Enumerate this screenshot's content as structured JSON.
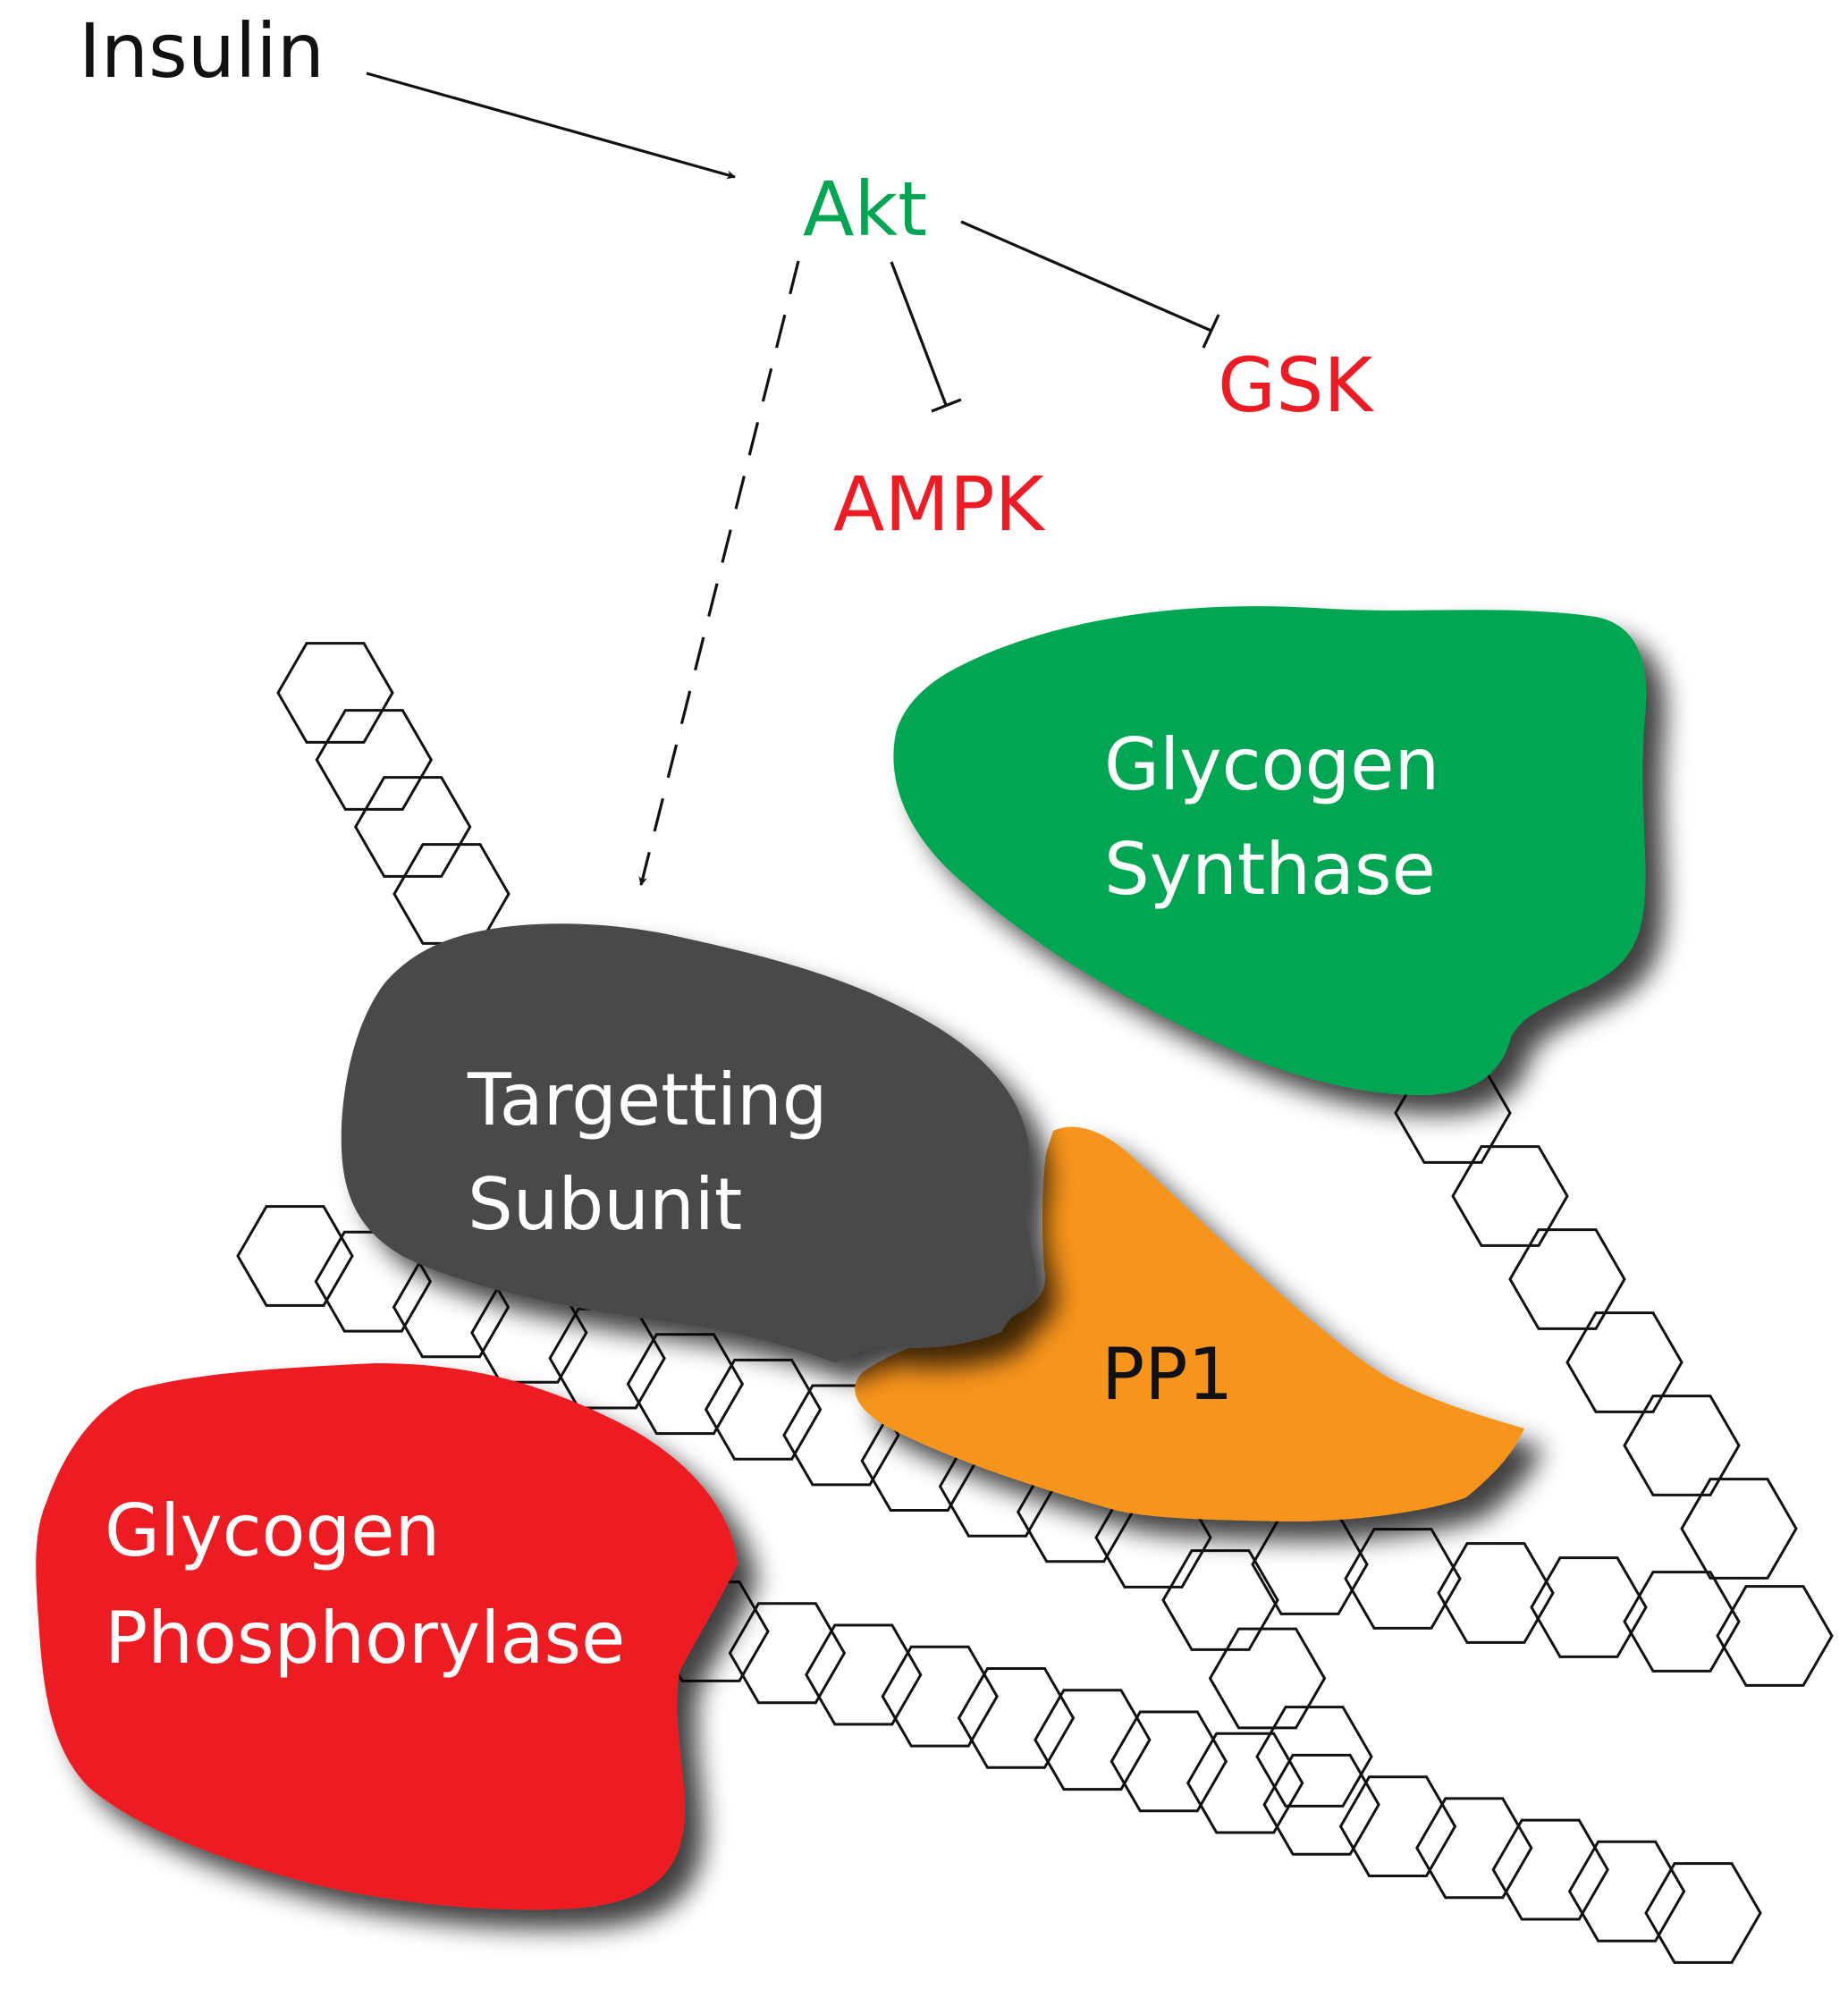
{
  "colors": {
    "background": "#ffffff",
    "text_default": "#111111",
    "activated": "#00a651",
    "inhibited": "#ed1c24",
    "glycogen_synthase": "#00a651",
    "targetting_subunit": "#4a4a4c",
    "pp1": "#f7941d",
    "glycogen_phosphorylase": "#ed1c24",
    "blob_text_light": "#ffffff",
    "blob_text_dark": "#111111",
    "hexagon_stroke": "#111111"
  },
  "signaling": {
    "insulin": "Insulin",
    "akt": "Akt",
    "gsk": "GSK",
    "ampk": "AMPK"
  },
  "edges": [
    {
      "from": "Insulin",
      "to": "Akt",
      "kind": "activation"
    },
    {
      "from": "Akt",
      "to": "GSK",
      "kind": "inhibition"
    },
    {
      "from": "Akt",
      "to": "AMPK",
      "kind": "inhibition"
    },
    {
      "from": "Akt",
      "to": "Targetting Subunit",
      "kind": "indirect activation (dashed)"
    }
  ],
  "complexes": {
    "glycogen_synthase": {
      "line1": "Glycogen",
      "line2": "Synthase"
    },
    "targetting_subunit": {
      "line1": "Targetting",
      "line2": "Subunit"
    },
    "pp1": {
      "label": "PP1"
    },
    "glycogen_phosphorylase": {
      "line1": "Glycogen",
      "line2": "Phosphorylase"
    }
  },
  "glycogen_chain_icon": "hexagon-chain"
}
